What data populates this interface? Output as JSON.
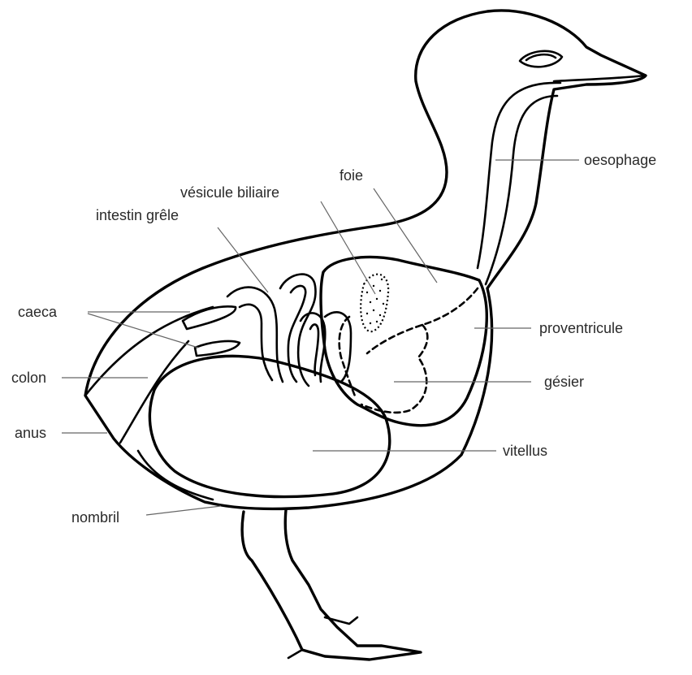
{
  "labels": {
    "oesophage": "oesophage",
    "foie": "foie",
    "vesicule_biliaire": "vésicule biliaire",
    "intestin_grele": "intestin grêle",
    "caeca": "caeca",
    "colon": "colon",
    "anus": "anus",
    "proventricule": "proventricule",
    "gesier": "gésier",
    "vitellus": "vitellus",
    "nombril": "nombril"
  },
  "colors": {
    "line": "#000000",
    "label_text": "#2a2a2a",
    "leader": "#666666",
    "background": "#ffffff"
  }
}
